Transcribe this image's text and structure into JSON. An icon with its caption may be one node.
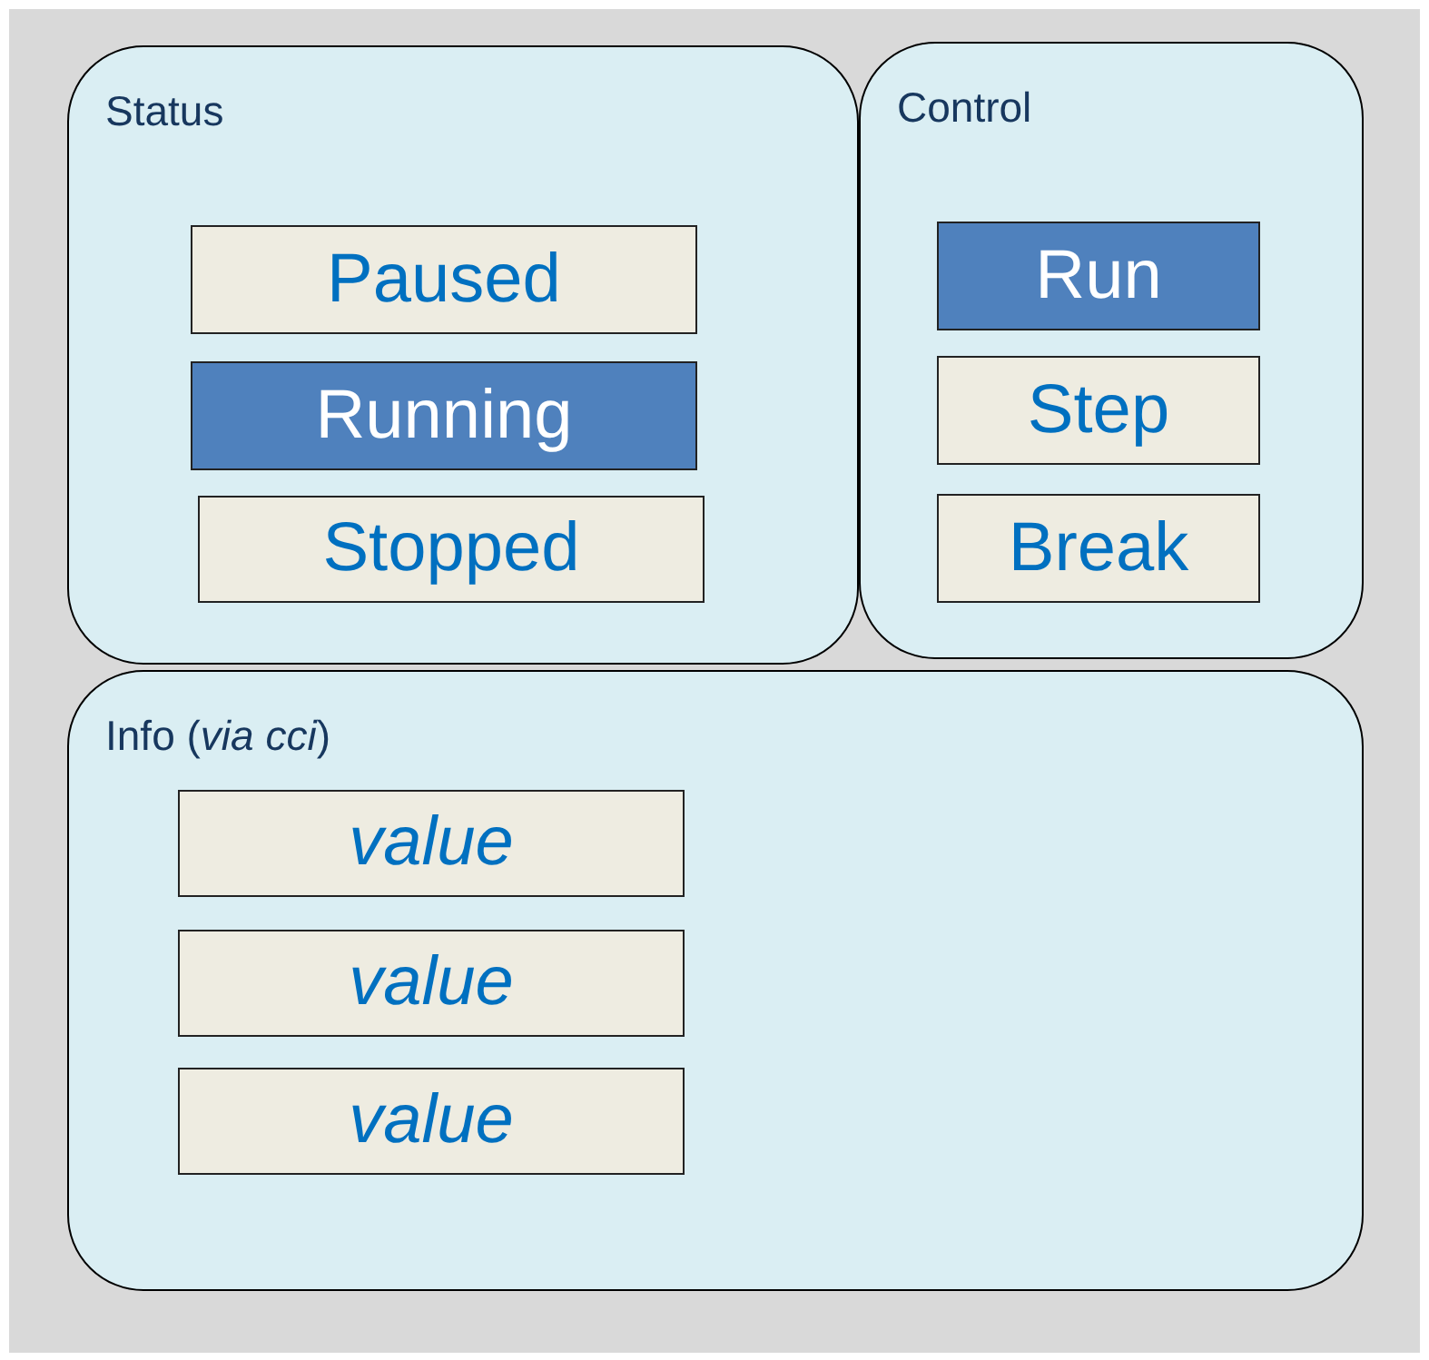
{
  "diagram": {
    "nodes": [
      {
        "text": [
          "Status"
        ]
      },
      {
        "text": [
          "Paused"
        ],
        "in": 0
      },
      {
        "text": [
          "Running"
        ],
        "in": 0
      },
      {
        "text": [
          "Stopped"
        ],
        "in": 0
      },
      {
        "text": [
          "Control"
        ]
      },
      {
        "text": [
          "Run"
        ],
        "in": 4
      },
      {
        "text": [
          "Step"
        ],
        "in": 4
      },
      {
        "text": [
          "Break"
        ],
        "in": 4
      },
      {
        "text": [
          "Info (*via cci*)"
        ]
      },
      {
        "text": [
          "value"
        ],
        "in": 8
      },
      {
        "text": [
          "value"
        ],
        "in": 8
      },
      {
        "text": [
          "value"
        ],
        "in": 8
      }
    ]
  }
}
